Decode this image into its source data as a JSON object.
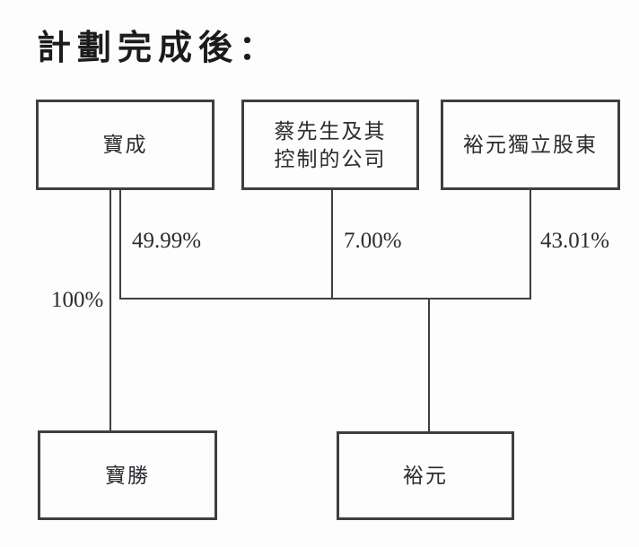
{
  "title": "計劃完成後：",
  "diagram": {
    "colors": {
      "line": "#3e3e44",
      "text": "#2b2b30",
      "background": "#fdfdfd"
    },
    "top_boxes": [
      {
        "label": "寶成"
      },
      {
        "label": "蔡先生及其控制的公司",
        "lines": [
          "蔡先生及其",
          "控制的公司"
        ]
      },
      {
        "label": "裕元獨立股東"
      }
    ],
    "bottom_boxes": [
      {
        "label": "寶勝"
      },
      {
        "label": "裕元"
      }
    ],
    "ownership": [
      {
        "value": "49.99%",
        "from": "寶成",
        "to": "裕元"
      },
      {
        "value": "7.00%",
        "from": "蔡先生及其控制的公司",
        "to": "裕元"
      },
      {
        "value": "43.01%",
        "from": "裕元獨立股東",
        "to": "裕元"
      },
      {
        "value": "100%",
        "from": "寶成",
        "to": "寶勝"
      }
    ]
  }
}
